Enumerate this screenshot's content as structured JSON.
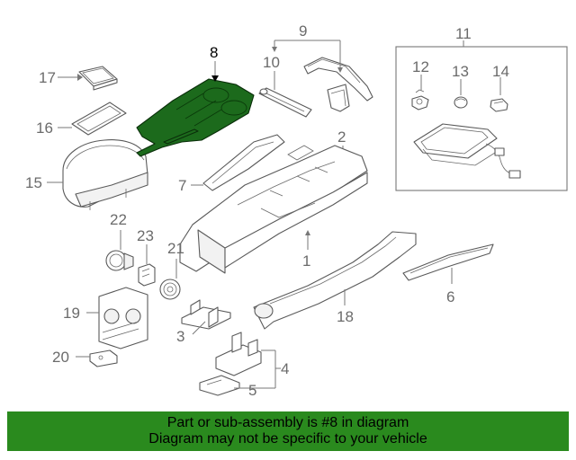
{
  "callouts": {
    "c1": "1",
    "c2": "2",
    "c3": "3",
    "c4": "4",
    "c5": "5",
    "c6": "6",
    "c7": "7",
    "c8": "8",
    "c9": "9",
    "c10": "10",
    "c11": "11",
    "c12": "12",
    "c13": "13",
    "c14": "14",
    "c15": "15",
    "c16": "16",
    "c17": "17",
    "c18": "18",
    "c19": "19",
    "c20": "20",
    "c21": "21",
    "c22": "22",
    "c23": "23"
  },
  "highlighted_part": "8",
  "colors": {
    "highlight_part": "#1c6a1c",
    "banner_background": "#2a8a1e",
    "line": "#5a5a5a"
  },
  "banner": {
    "line1": "Part or sub-assembly is #8 in diagram",
    "line2": "Diagram may not be specific to your vehicle"
  }
}
